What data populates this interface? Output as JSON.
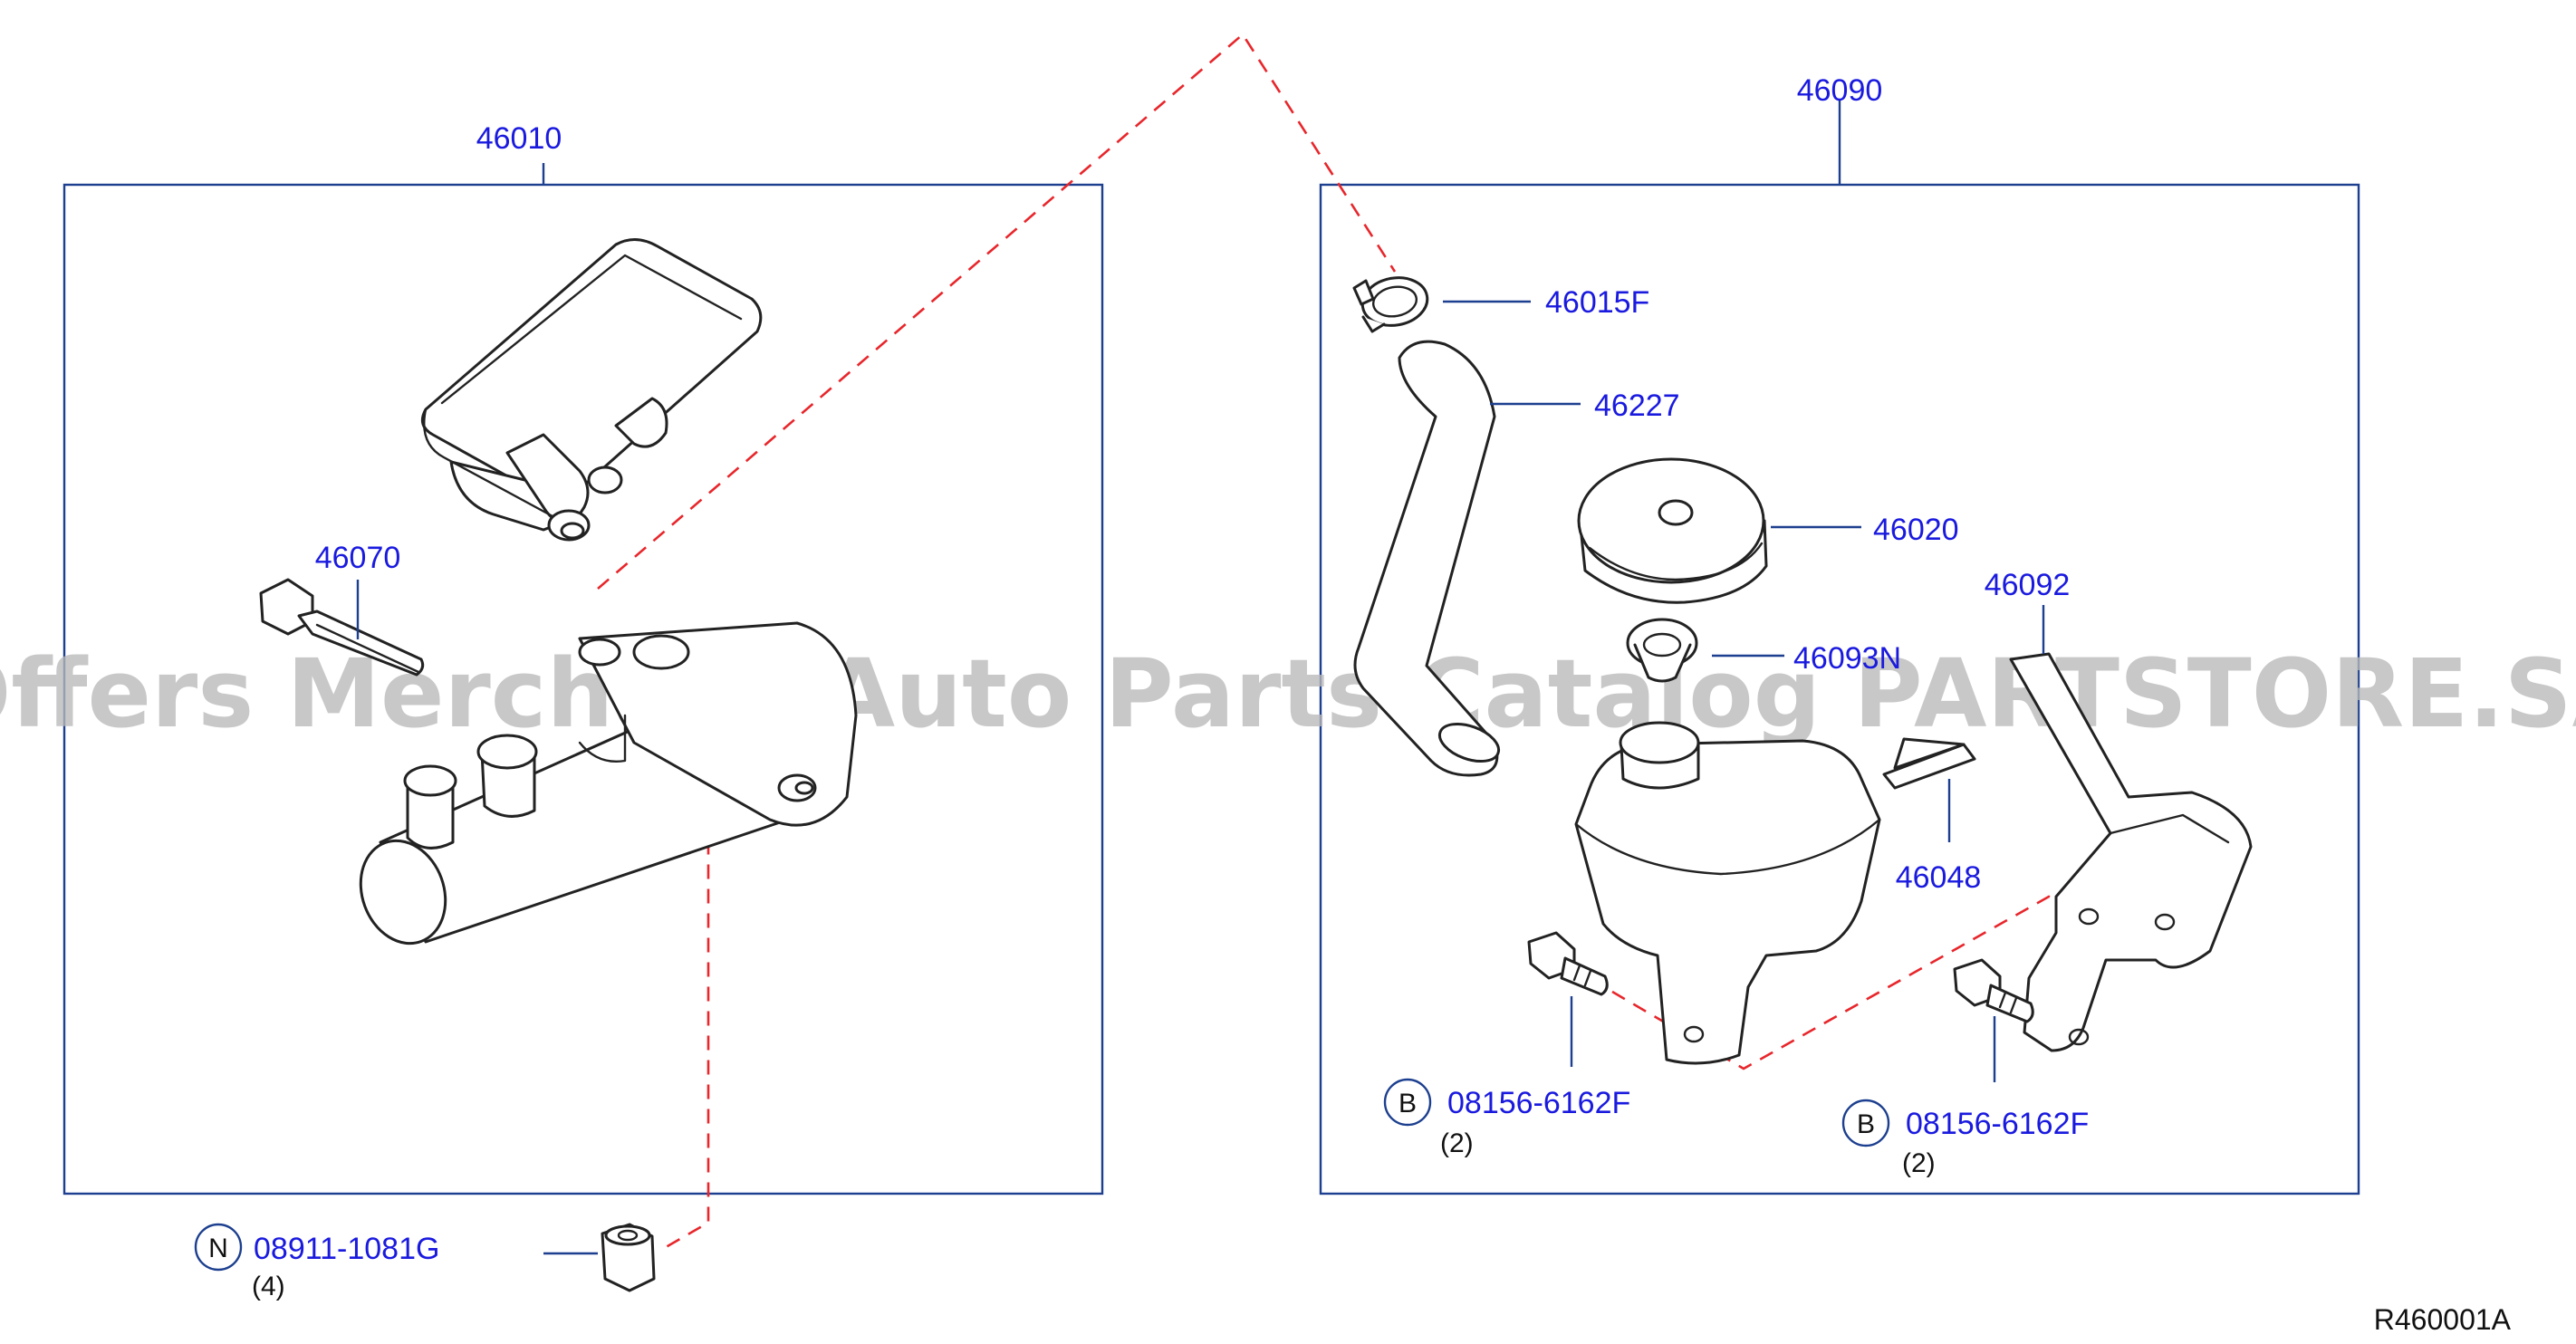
{
  "watermark": "Offers Merchant Auto Parts Catalog PARTSTORE.SA",
  "diagram_code": "R460001A",
  "groups": {
    "left_assembly": {
      "part_number": "46010"
    },
    "right_assembly": {
      "part_number": "46090"
    }
  },
  "callouts": {
    "p46070": {
      "label": "46070"
    },
    "p46015F": {
      "label": "46015F"
    },
    "p46227": {
      "label": "46227"
    },
    "p46020": {
      "label": "46020"
    },
    "p46093N": {
      "label": "46093N"
    },
    "p46092": {
      "label": "46092"
    },
    "p46048": {
      "label": "46048"
    },
    "bolt_reservoir": {
      "marker": "B",
      "label": "08156-6162F",
      "qty": "(2)"
    },
    "bolt_bracket": {
      "marker": "B",
      "label": "08156-6162F",
      "qty": "(2)"
    },
    "nut": {
      "marker": "N",
      "label": "08911-1081G",
      "qty": "(4)"
    }
  },
  "colors": {
    "label_blue": "#1a1adf",
    "leader_blue": "#1c3f8f",
    "dashed_red": "#e8262b",
    "watermark_gray": "#b9b9b9"
  }
}
